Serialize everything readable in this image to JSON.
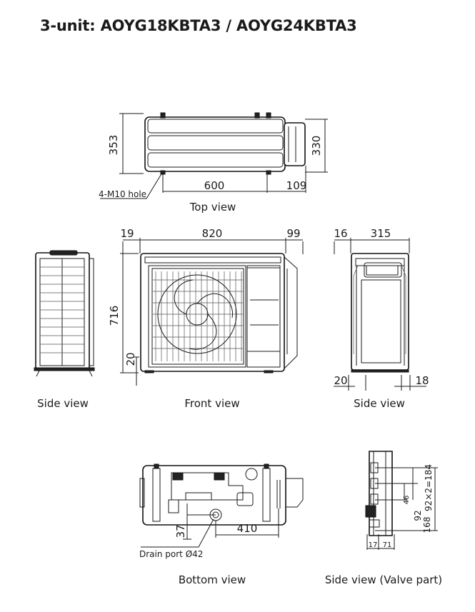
{
  "title": "3-unit: AOYG18KBTA3 / AOYG24KBTA3",
  "views": {
    "top": {
      "caption": "Top view",
      "dims": {
        "depth": "353",
        "depth_inner": "330",
        "width": "600",
        "offset": "109"
      },
      "note": "4-M10 hole"
    },
    "side_left": {
      "caption": "Side view"
    },
    "front": {
      "caption": "Front view",
      "dims": {
        "left": "19",
        "width": "820",
        "right": "99",
        "height": "716",
        "foot": "20"
      }
    },
    "side_right": {
      "caption": "Side view",
      "dims": {
        "left": "16",
        "width": "315",
        "foot_left": "20",
        "foot_right": "18"
      }
    },
    "bottom": {
      "caption": "Bottom view",
      "dims": {
        "width": "410",
        "height": "37"
      },
      "note": "Drain port Ø42"
    },
    "valve": {
      "caption": "Side view (Valve part)",
      "dims": {
        "d92x2": "92×2=184",
        "d92": "92",
        "d46": "46",
        "d168": "168",
        "d17": "17",
        "d71": "71"
      }
    }
  }
}
